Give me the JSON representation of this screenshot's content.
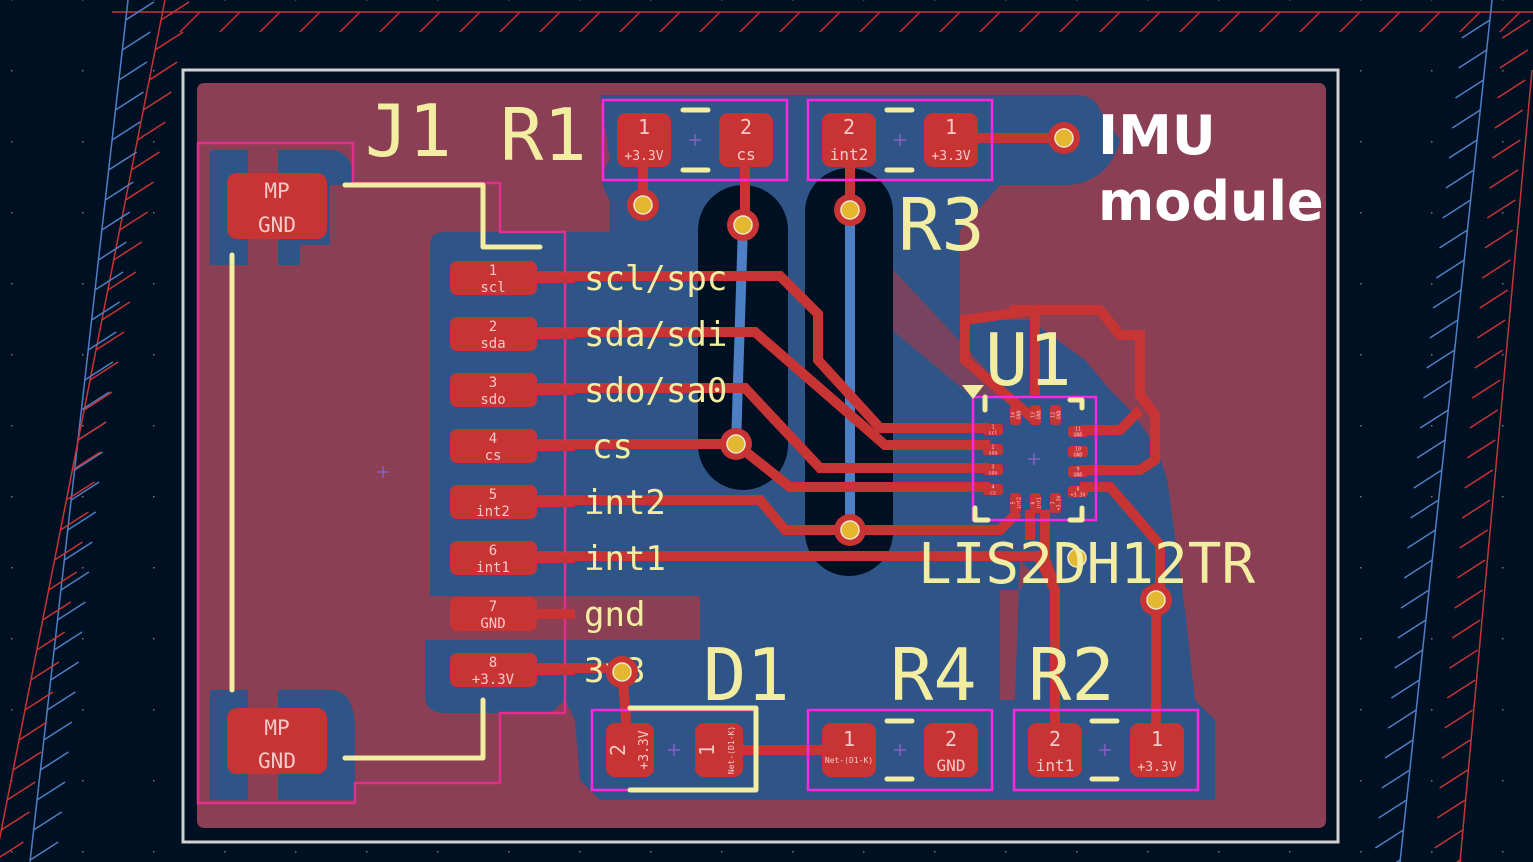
{
  "board": {
    "title_lines": [
      "IMU",
      "module"
    ],
    "colors": {
      "background": "#001023",
      "f_cu_zone": "#8b3f55",
      "b_cu_zone": "#2f5487",
      "f_cu": "#c83434",
      "b_cu": "#4d7fc4",
      "silkscreen": "#f2eda1",
      "courtyard": "#ff26e2",
      "edge_cuts": "#d0d2cd",
      "via_hole": "#e3b72f"
    }
  },
  "references": {
    "J1": "J1",
    "R1": "R1",
    "R2": "R2",
    "R3": "R3",
    "R4": "R4",
    "D1": "D1",
    "U1": "U1",
    "U1_value": "LIS2DH12TR"
  },
  "connector_J1": {
    "pads": [
      {
        "num": "1",
        "net": "scl",
        "label": "scl/spc"
      },
      {
        "num": "2",
        "net": "sda",
        "label": "sda/sdi"
      },
      {
        "num": "3",
        "net": "sdo",
        "label": "sdo/sa0"
      },
      {
        "num": "4",
        "net": "cs",
        "label": "cs"
      },
      {
        "num": "5",
        "net": "int2",
        "label": "int2"
      },
      {
        "num": "6",
        "net": "int1",
        "label": "int1"
      },
      {
        "num": "7",
        "net": "GND",
        "label": "gnd"
      },
      {
        "num": "8",
        "net": "+3.3V",
        "label": "3v3"
      }
    ],
    "mount_pads": [
      {
        "line1": "MP",
        "line2": "GND"
      },
      {
        "line1": "MP",
        "line2": "GND"
      }
    ]
  },
  "resistors": {
    "R1": {
      "pads": [
        {
          "num": "1",
          "net": "+3.3V"
        },
        {
          "num": "2",
          "net": "cs"
        }
      ]
    },
    "R3": {
      "pads": [
        {
          "num": "2",
          "net": "int2"
        },
        {
          "num": "1",
          "net": "+3.3V"
        }
      ]
    },
    "R4": {
      "pads": [
        {
          "num": "1",
          "net": "Net-(D1-K)"
        },
        {
          "num": "2",
          "net": "GND"
        }
      ]
    },
    "R2": {
      "pads": [
        {
          "num": "2",
          "net": "int1"
        },
        {
          "num": "1",
          "net": "+3.3V"
        }
      ]
    }
  },
  "diode_D1": {
    "pads": [
      {
        "num": "2",
        "net": "+3.3V"
      },
      {
        "num": "1",
        "net": "Net-(D1-K)"
      }
    ]
  },
  "ic_U1": {
    "left_pads": [
      {
        "num": "1",
        "net": "scl"
      },
      {
        "num": "2",
        "net": "sda"
      },
      {
        "num": "3",
        "net": "sdo"
      },
      {
        "num": "4",
        "net": "cs"
      }
    ],
    "bottom_pads": [
      {
        "num": "5",
        "net": "int2"
      },
      {
        "num": "6",
        "net": "int1"
      },
      {
        "num": "7",
        "net": "+3.3V"
      }
    ],
    "right_pads": [
      {
        "num": "8",
        "net": "+3.3V"
      },
      {
        "num": "9",
        "net": "GND"
      },
      {
        "num": "10",
        "net": "GND"
      },
      {
        "num": "11",
        "net": "GND"
      }
    ],
    "top_pads": [
      {
        "num": "12",
        "net": "GND"
      },
      {
        "num": "13",
        "net": "GND"
      },
      {
        "num": "14",
        "net": "GND"
      }
    ]
  }
}
